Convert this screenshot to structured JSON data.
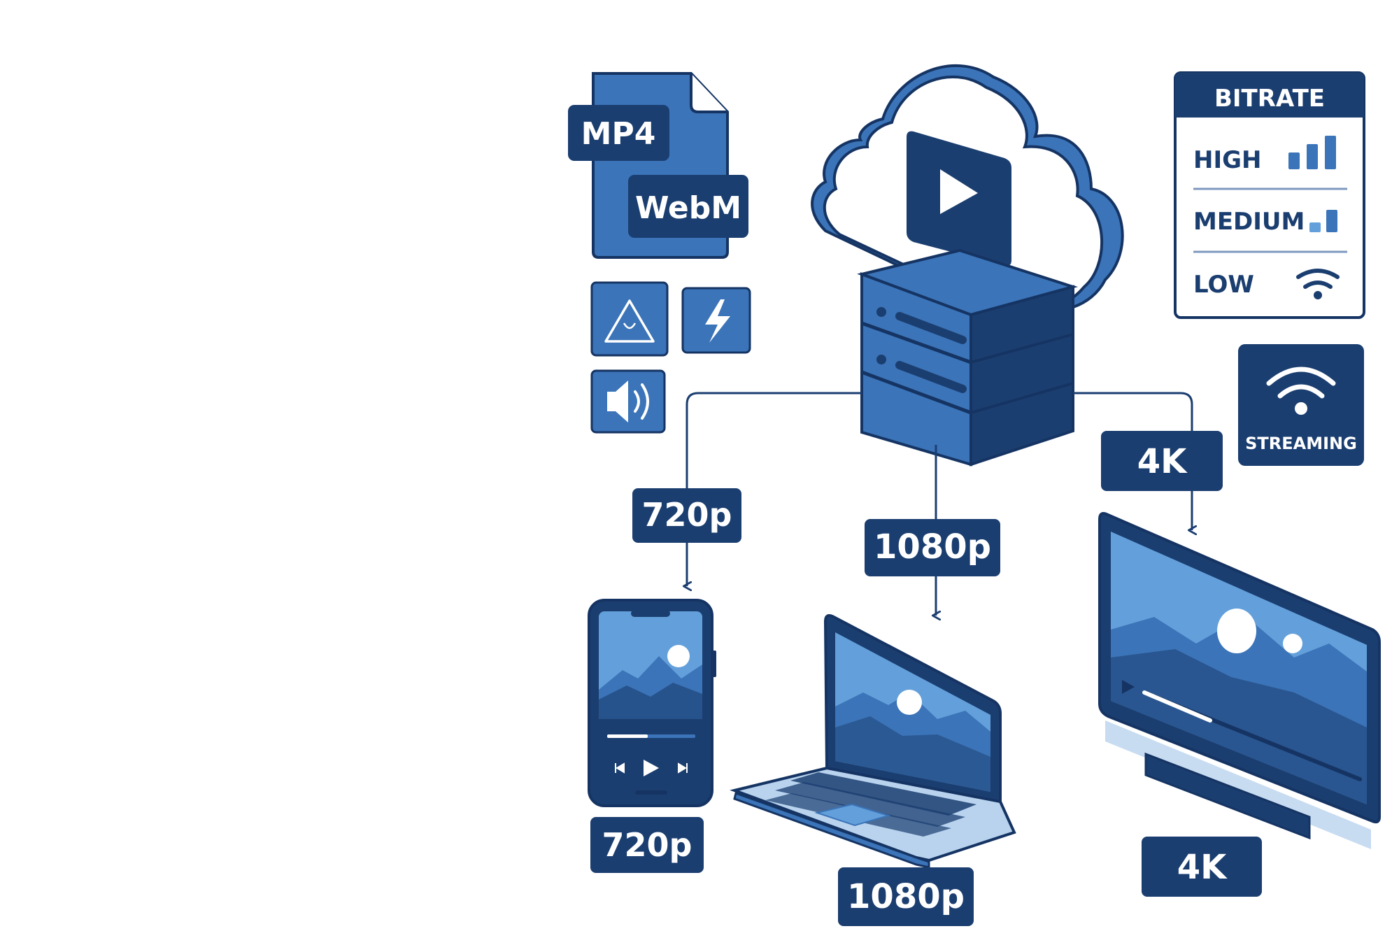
{
  "formats": {
    "mp4": "MP4",
    "webm": "WebM"
  },
  "bitrate": {
    "title": "BITRATE",
    "levels": [
      {
        "label": "HIGH",
        "icon": "signal-bars-high-icon"
      },
      {
        "label": "MEDIUM",
        "icon": "signal-bars-medium-icon"
      },
      {
        "label": "LOW",
        "icon": "wifi-low-icon"
      }
    ]
  },
  "streaming": {
    "label": "STREAMING",
    "icon": "wifi-icon"
  },
  "streams": [
    {
      "resolution": "720p",
      "device": "smartphone"
    },
    {
      "resolution": "1080p",
      "device": "laptop"
    },
    {
      "resolution": "4K",
      "device": "tv-monitor"
    }
  ],
  "icons": [
    "file-icon",
    "cloud-icon",
    "play-icon",
    "server-icon",
    "triangle-alert-icon",
    "lightning-icon",
    "speaker-icon"
  ],
  "colors": {
    "dark": "#1b3e70",
    "medium": "#3b74b8",
    "light": "#63a0db",
    "pale": "#b9d3ee",
    "outline": "#153463",
    "white": "#ffffff"
  }
}
